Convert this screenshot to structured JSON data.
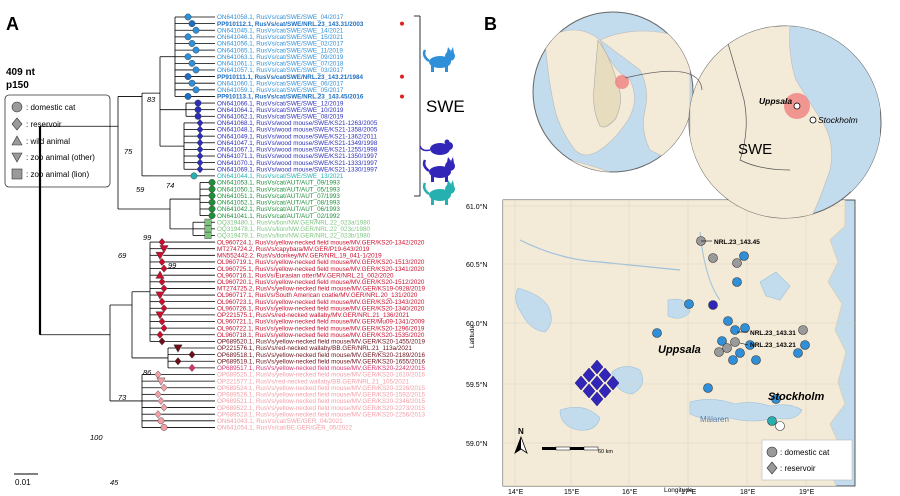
{
  "panel_a": {
    "letter": "A",
    "scale_info": [
      "409 nt",
      "p150"
    ],
    "scale_bar_label": "0.01",
    "group_label": "SWE",
    "legend": [
      {
        "shape": "circle",
        "label": ": domestic cat"
      },
      {
        "shape": "diamond",
        "label": ": reservoir"
      },
      {
        "shape": "triangle-up",
        "label": ": wild animal"
      },
      {
        "shape": "triangle-down",
        "label": ": zoo animal (other)"
      },
      {
        "shape": "square",
        "label": ": zoo animal (lion)"
      }
    ],
    "bootstrap": [
      "83",
      "75",
      "74",
      "59",
      "99",
      "69",
      "99",
      "86",
      "73",
      "100",
      "45"
    ],
    "icon_names": [
      "cat-icon-blue",
      "mouse-icon-purple",
      "cat-icon-purple",
      "cat-icon-teal"
    ],
    "leaves": [
      {
        "text": "ON641058.1, RusVs/cat/SWE/SWE_04/2017",
        "color": "#2f8fd8",
        "bold": false,
        "star": false,
        "shape": "circle"
      },
      {
        "text": "PP910112.1, RusVs/cat/SWE/NRL.23_143.31/2003",
        "color": "#1e6fc0",
        "bold": true,
        "star": true,
        "shape": "circle"
      },
      {
        "text": "ON641045.1, RusVs/cat/SWE/SWE_14/2021",
        "color": "#2f8fd8",
        "bold": false,
        "star": false,
        "shape": "circle"
      },
      {
        "text": "ON641046.1, RusVs/cat/SWE/SWE_15/2021",
        "color": "#2f8fd8",
        "bold": false,
        "star": false,
        "shape": "circle"
      },
      {
        "text": "ON641056.1, RusVs/cat/SWE/SWE_02/2017",
        "color": "#2f8fd8",
        "bold": false,
        "star": false,
        "shape": "circle"
      },
      {
        "text": "ON641065.1, RusVs/cat/SWE/SWE_11/2019",
        "color": "#2f8fd8",
        "bold": false,
        "star": false,
        "shape": "circle"
      },
      {
        "text": "ON641063.1, RusVs/cat/SWE/SWE_09/2019",
        "color": "#2f8fd8",
        "bold": false,
        "star": false,
        "shape": "circle"
      },
      {
        "text": "ON641061.1, RusVs/cat/SWE/SWE_07/2018",
        "color": "#2f8fd8",
        "bold": false,
        "star": false,
        "shape": "circle"
      },
      {
        "text": "ON641057.1, RusVs/cat/SWE/SWE_03/2017",
        "color": "#2f8fd8",
        "bold": false,
        "star": false,
        "shape": "circle"
      },
      {
        "text": "PP910111.1, RusVs/cat/SWE/NRL.23_143.21/1984",
        "color": "#1e6fc0",
        "bold": true,
        "star": true,
        "shape": "circle"
      },
      {
        "text": "ON641060.1, RusVs/cat/SWE/SWE_06/2017",
        "color": "#2f8fd8",
        "bold": false,
        "star": false,
        "shape": "circle"
      },
      {
        "text": "ON641059.1, RusVs/cat/SWE/SWE_05/2017",
        "color": "#2f8fd8",
        "bold": false,
        "star": false,
        "shape": "circle"
      },
      {
        "text": "PP910113.1, RusVs/cat/SWE/NRL.23_143.45/2016",
        "color": "#1e6fc0",
        "bold": true,
        "star": true,
        "shape": "circle"
      },
      {
        "text": "ON641066.1, RusVs/cat/SWE/SWE_12/2019",
        "color": "#2b2fb8",
        "bold": false,
        "star": false,
        "shape": "circle"
      },
      {
        "text": "ON641064.1, RusVs/cat/SWE/SWE_10/2019",
        "color": "#2b2fb8",
        "bold": false,
        "star": false,
        "shape": "circle"
      },
      {
        "text": "ON641062.1, RusVs/cat/SWE/SWE_08/2019",
        "color": "#2b2fb8",
        "bold": false,
        "star": false,
        "shape": "circle"
      },
      {
        "text": "ON641068.1, RusVs/wood mouse/SWE/KS21-1263/2005",
        "color": "#2b2fb8",
        "bold": false,
        "star": false,
        "shape": "diamond"
      },
      {
        "text": "ON641048.1, RusVs/wood mouse/SWE/KS21-1358/2005",
        "color": "#2b2fb8",
        "bold": false,
        "star": false,
        "shape": "diamond"
      },
      {
        "text": "ON641049.1, RusVs/wood mouse/SWE/KS21-1362/2011",
        "color": "#2b2fb8",
        "bold": false,
        "star": false,
        "shape": "diamond"
      },
      {
        "text": "ON641047.1, RusVs/wood mouse/SWE/KS21-1349/1998",
        "color": "#2b2fb8",
        "bold": false,
        "star": false,
        "shape": "diamond"
      },
      {
        "text": "ON641067.1, RusVs/wood mouse/SWE/KS21-1255/1998",
        "color": "#2b2fb8",
        "bold": false,
        "star": false,
        "shape": "diamond"
      },
      {
        "text": "ON641071.1, RusVs/wood mouse/SWE/KS21-1350/1997",
        "color": "#2b2fb8",
        "bold": false,
        "star": false,
        "shape": "diamond"
      },
      {
        "text": "ON641070.1, RusVs/wood mouse/SWE/KS21-1333/1997",
        "color": "#2b2fb8",
        "bold": false,
        "star": false,
        "shape": "diamond"
      },
      {
        "text": "ON641069.1, RusVs/wood mouse/SWE/KS21-1330/1997",
        "color": "#2b2fb8",
        "bold": false,
        "star": false,
        "shape": "diamond"
      },
      {
        "text": "ON641044.1, RusVs/cat/SWE/SWE_13/2021",
        "color": "#27b0b0",
        "bold": false,
        "star": false,
        "shape": "circle"
      },
      {
        "text": "ON641053.1, RusVs/cat/AUT/AUT_09/1993",
        "color": "#1f8f3a",
        "bold": false,
        "star": false,
        "shape": "circle"
      },
      {
        "text": "ON641050.1, RusVs/cat/AUT/AUT_05/1993",
        "color": "#1f8f3a",
        "bold": false,
        "star": false,
        "shape": "circle"
      },
      {
        "text": "ON641051.1, RusVs/cat/AUT/AUT_07/1993",
        "color": "#1f8f3a",
        "bold": false,
        "star": false,
        "shape": "circle"
      },
      {
        "text": "ON641052.1, RusVs/cat/AUT/AUT_08/1993",
        "color": "#1f8f3a",
        "bold": false,
        "star": false,
        "shape": "circle"
      },
      {
        "text": "ON641042.1, RusVs/cat/AUT/AUT_06/1993",
        "color": "#1f8f3a",
        "bold": false,
        "star": false,
        "shape": "circle"
      },
      {
        "text": "ON641041.1, RusVs/cat/AUT/AUT_02/1992",
        "color": "#1f8f3a",
        "bold": false,
        "star": false,
        "shape": "circle"
      },
      {
        "text": "OQ319480.1, RusVs/lion/NW.GER/NRL.22_023a/1980",
        "color": "#7cc47e",
        "bold": false,
        "star": false,
        "shape": "square"
      },
      {
        "text": "OQ319478.1, RusVs/lion/NW.GER/NRL.22_023c/1980",
        "color": "#7cc47e",
        "bold": false,
        "star": false,
        "shape": "square"
      },
      {
        "text": "OQ319479.1, RusVs/lion/NW.GER/NRL.22_023b/1980",
        "color": "#7cc47e",
        "bold": false,
        "star": false,
        "shape": "square"
      },
      {
        "text": "OL960724.1, RusVs/yellow-necked field mouse/MV.GER/KS20-1342/2020",
        "color": "#c8102e",
        "bold": false,
        "star": false,
        "shape": "diamond"
      },
      {
        "text": "MT274724.2, RusVs/capybara/MV.GER/P19-643/2019",
        "color": "#c8102e",
        "bold": false,
        "star": false,
        "shape": "triangle-down"
      },
      {
        "text": "MN552442.2, RusVs/donkey/MV.GER/NRL.19_041-1/2019",
        "color": "#c8102e",
        "bold": false,
        "star": false,
        "shape": "triangle-down"
      },
      {
        "text": "OL960719.1, RusVs/yellow-necked field mouse/MV.GER/KS20-1513/2020",
        "color": "#c8102e",
        "bold": false,
        "star": false,
        "shape": "diamond"
      },
      {
        "text": "OL960725.1, RusVs/yellow-necked field mouse/MV.GER/KS20-1341/2020",
        "color": "#c8102e",
        "bold": false,
        "star": false,
        "shape": "diamond"
      },
      {
        "text": "OL960716.1, RusVs/Eurasian otter/MV.GER/NRL.21_002/2020",
        "color": "#c8102e",
        "bold": false,
        "star": false,
        "shape": "triangle-up"
      },
      {
        "text": "OL960720.1, RusVs/yellow-necked field mouse/MV.GER/KS20-1512/2020",
        "color": "#c8102e",
        "bold": false,
        "star": false,
        "shape": "diamond"
      },
      {
        "text": "MT274725.2, RusVs/yellow-necked field mouse/MV.GER/KS19-0928/2019",
        "color": "#c8102e",
        "bold": false,
        "star": false,
        "shape": "diamond"
      },
      {
        "text": "OL960717.1, RusVs/South American coatie/MV.GER/NRL.20_131/2020",
        "color": "#c8102e",
        "bold": false,
        "star": false,
        "shape": "triangle-down"
      },
      {
        "text": "OL960723.1, RusVs/yellow-necked field mouse/MV.GER/KS20-1343/2020",
        "color": "#c8102e",
        "bold": false,
        "star": false,
        "shape": "diamond"
      },
      {
        "text": "OL960726.1, RusVs/yellow-necked field mouse/MV.GER/KS20-1340/2020",
        "color": "#c8102e",
        "bold": false,
        "star": false,
        "shape": "diamond"
      },
      {
        "text": "OP221575.1, RusVs/red-necked wallaby/MV.GER/NRL.21_136/2021",
        "color": "#c8102e",
        "bold": false,
        "star": false,
        "shape": "triangle-down"
      },
      {
        "text": "OL960721.1, RusVs/yellow-necked field mouse/MV.GER/Mu09-1341/2009",
        "color": "#c8102e",
        "bold": false,
        "star": false,
        "shape": "diamond"
      },
      {
        "text": "OL960722.1, RusVs/yellow-necked field mouse/MV.GER/KS20-1296/2019",
        "color": "#c8102e",
        "bold": false,
        "star": false,
        "shape": "diamond"
      },
      {
        "text": "OL960718.1, RusVs/yellow-necked field mouse/MV.GER/KS20-1535/2020",
        "color": "#c8102e",
        "bold": false,
        "star": false,
        "shape": "diamond"
      },
      {
        "text": "OP689520.1, RusVs/yellow-necked field mouse/MV.GER/KS20-1455/2019",
        "color": "#6b0f1a",
        "bold": false,
        "star": false,
        "shape": "diamond"
      },
      {
        "text": "OP221576.1, RusVs/red-necked wallaby/BB.GER/NRL.21_113a/2021",
        "color": "#6b0f1a",
        "bold": false,
        "star": false,
        "shape": "triangle-down"
      },
      {
        "text": "OP689518.1, RusVs/yellow-necked field mouse/MV.GER/KS20-2189/2016",
        "color": "#6b0f1a",
        "bold": false,
        "star": false,
        "shape": "diamond"
      },
      {
        "text": "OP689519.1, RusVs/yellow-necked field mouse/MV.GER/KS20-1655/2016",
        "color": "#6b0f1a",
        "bold": false,
        "star": false,
        "shape": "diamond"
      },
      {
        "text": "OP689517.1, RusVs/yellow-necked field mouse/MV.GER/KS20-2242/2015",
        "color": "#d6336c",
        "bold": false,
        "star": false,
        "shape": "diamond"
      },
      {
        "text": "OP689525.1, RusVs/yellow-necked field mouse/MV.GER/KS20-1610/2016",
        "color": "#f2a0a8",
        "bold": false,
        "star": false,
        "shape": "diamond"
      },
      {
        "text": "OP221577.1, RusVs/red-necked wallaby/BB.GER/NRL.21_105/2021",
        "color": "#f2a0a8",
        "bold": false,
        "star": false,
        "shape": "triangle-down"
      },
      {
        "text": "OP689524.1, RusVs/yellow-necked field mouse/MV.GER/KS20-2226/2015",
        "color": "#f2a0a8",
        "bold": false,
        "star": false,
        "shape": "diamond"
      },
      {
        "text": "OP689526.1, RusVs/yellow-necked field mouse/MV.GER/KS20-1592/2015",
        "color": "#f2a0a8",
        "bold": false,
        "star": false,
        "shape": "diamond"
      },
      {
        "text": "OP689521.1, RusVs/yellow-necked field mouse/MV.GER/KS20-2346/2015",
        "color": "#f2a0a8",
        "bold": false,
        "star": false,
        "shape": "diamond"
      },
      {
        "text": "OP689522.1, RusVs/yellow-necked field mouse/MV.GER/KS20-2273/2015",
        "color": "#f2a0a8",
        "bold": false,
        "star": false,
        "shape": "diamond"
      },
      {
        "text": "OP689523.1, RusVs/yellow-necked field mouse/MV.GER/KS20-2256/2013",
        "color": "#f2a0a8",
        "bold": false,
        "star": false,
        "shape": "diamond"
      },
      {
        "text": "ON641043.1, RusVs/cat/SWE/GER_04/2021",
        "color": "#f2a0a8",
        "bold": false,
        "star": false,
        "shape": "circle"
      },
      {
        "text": "ON641054.1, RusVs/cat/BE.GER/GER_05/2022",
        "color": "#f2a0a8",
        "bold": false,
        "star": false,
        "shape": "circle"
      }
    ]
  },
  "panel_b": {
    "letter": "B",
    "inset_labels": {
      "uppsala": "Uppsala",
      "stockholm": "Stockholm",
      "country": "SWE"
    },
    "map_labels": {
      "uppsala": "Uppsala",
      "stockholm": "Stockholm",
      "lake": "Mälaren",
      "site_45": "NRL.23_143.45",
      "site_31": "NRL.23_143.31",
      "site_21": "NRL.23_143.21",
      "north": "N",
      "scalebar": "60 km"
    },
    "lat_ticks": [
      "61.0°N",
      "60.5°N",
      "60.0°N",
      "59.5°N",
      "59.0°N"
    ],
    "lon_ticks": [
      "14°E",
      "15°E",
      "16°E",
      "17°E",
      "18°E",
      "19°E"
    ],
    "ylabel": "Latitude",
    "xlabel": "Longitude",
    "legend": [
      {
        "shape": "circle",
        "label": ": domestic cat"
      },
      {
        "shape": "diamond",
        "label": ": reservoir"
      }
    ],
    "colors": {
      "cat_blue": "#2f8fd8",
      "mouse_purple": "#3226b8",
      "teal": "#27b0b0",
      "grey": "#9a9a9a",
      "land": "#f3ead7",
      "water": "#c2dcee"
    }
  }
}
